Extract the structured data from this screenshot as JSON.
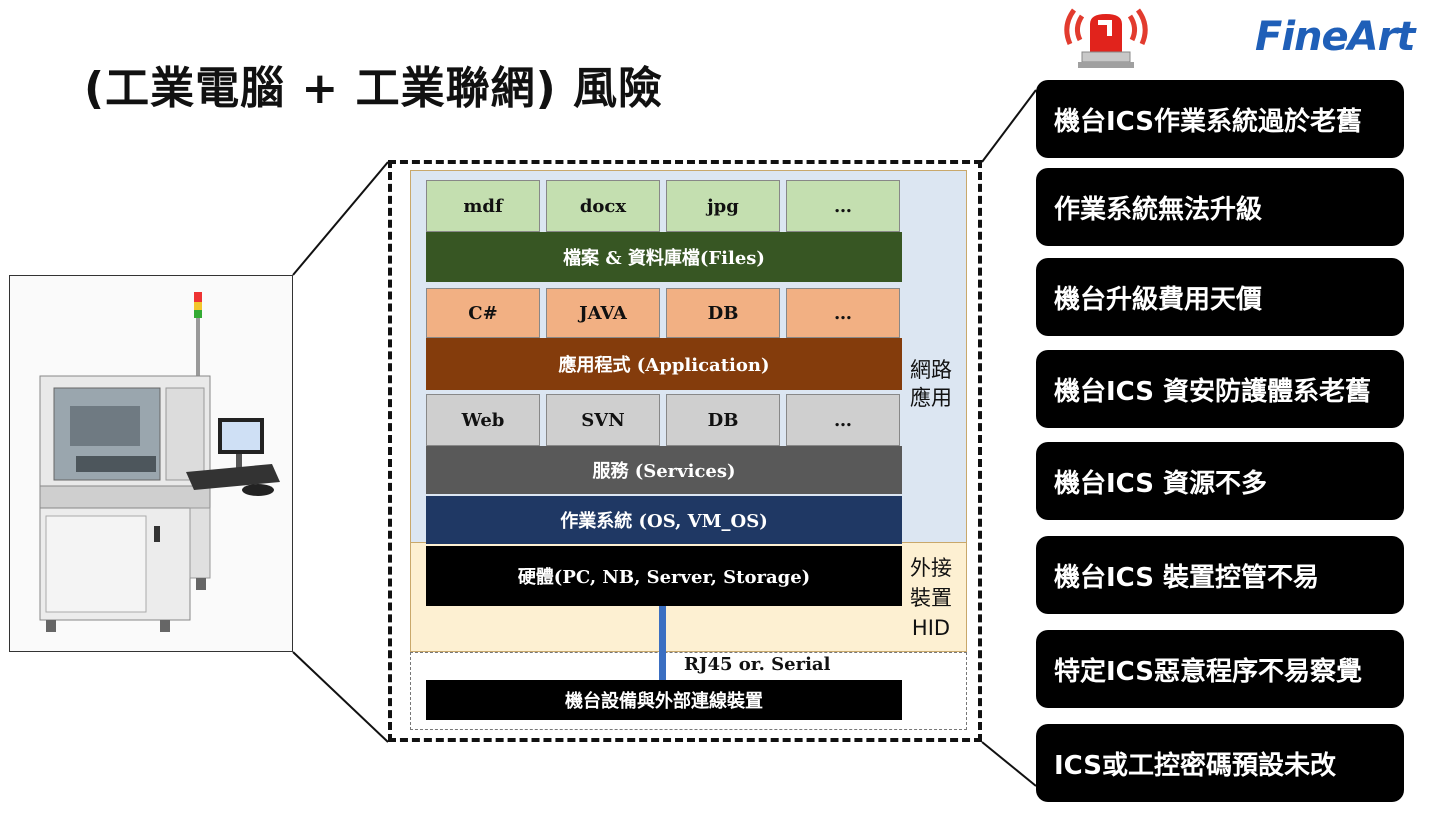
{
  "title": "(工業電腦 + 工業聯網) 風險",
  "logo_text": "FineArt",
  "stack": {
    "files_row": [
      "mdf",
      "docx",
      "jpg",
      "…"
    ],
    "files_bar": "檔案 & 資料庫檔(Files)",
    "app_row": [
      "C#",
      "JAVA",
      "DB",
      "…"
    ],
    "app_bar": "應用程式 (Application)",
    "svc_row": [
      "Web",
      "SVN",
      "DB",
      "…"
    ],
    "svc_bar": "服務 (Services)",
    "os_bar": "作業系統 (OS, VM_OS)",
    "hw_bar": "硬體(PC, NB, Server, Storage)",
    "link_label": "RJ45 or. Serial",
    "device_bar": "機台設備與外部連線裝置",
    "net_label": "網路應用",
    "ext_label_1": "外接",
    "ext_label_2": "裝置",
    "ext_label_3": "HID"
  },
  "risks": [
    "機台ICS作業系統過於老舊",
    "作業系統無法升級",
    "機台升級費用天價",
    "機台ICS 資安防護體系老舊",
    "機台ICS 資源不多",
    "機台ICS 裝置控管不易",
    "特定ICS惡意程序不易察覺",
    "ICS或工控密碼預設未改"
  ],
  "colors": {
    "files_cell": "#c4dfb0",
    "files_bar": "#375623",
    "app_cell": "#f2b083",
    "app_bar": "#843c0c",
    "svc_cell": "#cfcfcf",
    "svc_bar": "#595959",
    "os_bar": "#1f3864",
    "hw_bar": "#000000",
    "net_bg": "#dce6f2",
    "ext_bg": "#fdf0d2",
    "logo": "#1f5fb8"
  },
  "icons": [
    "alarm-light-icon",
    "industrial-machine-image"
  ]
}
